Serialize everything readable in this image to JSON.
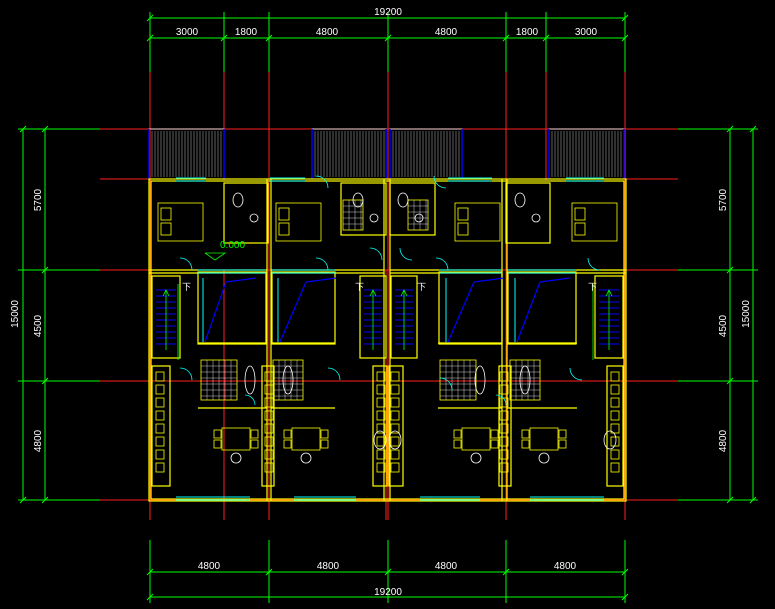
{
  "drawing": {
    "background": "#000000",
    "colors": {
      "axis": "#ff2020",
      "dim": "#00ff00",
      "wall": "#ffff00",
      "window": "#00ffff",
      "stair": "#0000ff",
      "furniture": "#ffffff",
      "balcony": "#8a8a8a",
      "door": "#00ffff"
    },
    "level_mark": "0.000",
    "stair_down_label": "下",
    "top_dims": [
      "3000",
      "1800",
      "4800",
      "4800",
      "1800",
      "3000"
    ],
    "top_total": "19200",
    "bottom_dims": [
      "4800",
      "4800",
      "4800",
      "4800"
    ],
    "bottom_total": "19200",
    "left_dims": [
      "5700",
      "4500",
      "4800"
    ],
    "left_total": "15000",
    "right_dims": [
      "5700",
      "4500",
      "4800"
    ],
    "right_total": "15000"
  }
}
